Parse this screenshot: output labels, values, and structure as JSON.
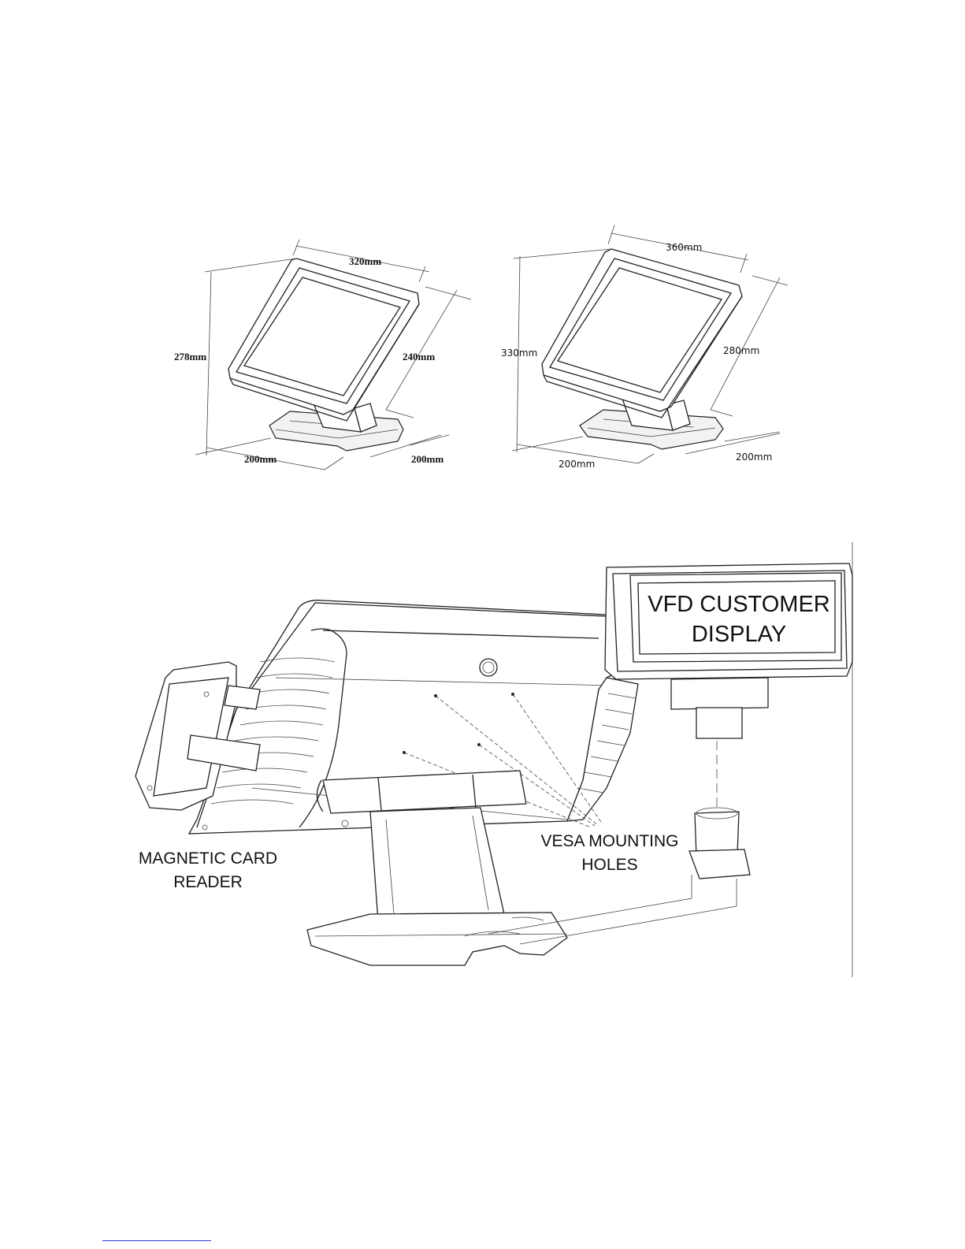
{
  "dimensions_left": {
    "width": "320mm",
    "height": "278mm",
    "screen_height": "240mm",
    "base_depth": "200mm",
    "base_width": "200mm"
  },
  "dimensions_right": {
    "width": "360mm",
    "height": "330mm",
    "screen_height": "280mm",
    "base_depth": "200mm",
    "base_width": "200mm"
  },
  "callouts": {
    "vfd_line1": "VFD CUSTOMER",
    "vfd_line2": "DISPLAY",
    "card_line1": "MAGNETIC CARD",
    "card_line2": "READER",
    "vesa_line1": "VESA MOUNTING",
    "vesa_line2": "HOLES"
  },
  "colors": {
    "line": "#222222",
    "link": "#2a3fd6"
  }
}
